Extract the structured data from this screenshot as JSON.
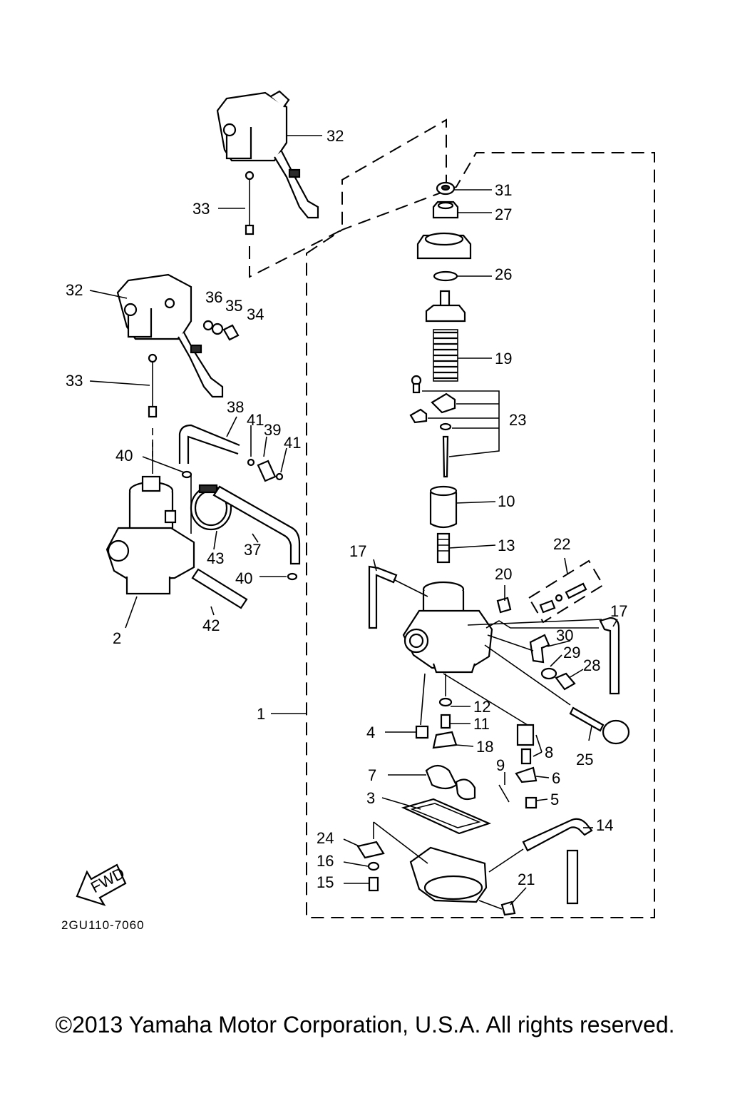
{
  "diagram_code": "2GU110-7060",
  "fwd_label": "FWD",
  "copyright": "©2013 Yamaha Motor Corporation, U.S.A. All rights reserved.",
  "callouts": {
    "c1": "1",
    "c2": "2",
    "c3": "3",
    "c4": "4",
    "c5": "5",
    "c6": "6",
    "c7": "7",
    "c8": "8",
    "c9": "9",
    "c10": "10",
    "c11": "11",
    "c12": "12",
    "c13": "13",
    "c14": "14",
    "c15": "15",
    "c16": "16",
    "c17a": "17",
    "c17b": "17",
    "c18": "18",
    "c19": "19",
    "c20": "20",
    "c21": "21",
    "c22": "22",
    "c23": "23",
    "c24": "24",
    "c25": "25",
    "c26": "26",
    "c27": "27",
    "c28": "28",
    "c29": "29",
    "c30": "30",
    "c31": "31",
    "c32a": "32",
    "c32b": "32",
    "c33a": "33",
    "c33b": "33",
    "c34": "34",
    "c35": "35",
    "c36": "36",
    "c37": "37",
    "c38": "38",
    "c39": "39",
    "c40a": "40",
    "c40b": "40",
    "c41a": "41",
    "c41b": "41",
    "c42": "42",
    "c43": "43"
  }
}
